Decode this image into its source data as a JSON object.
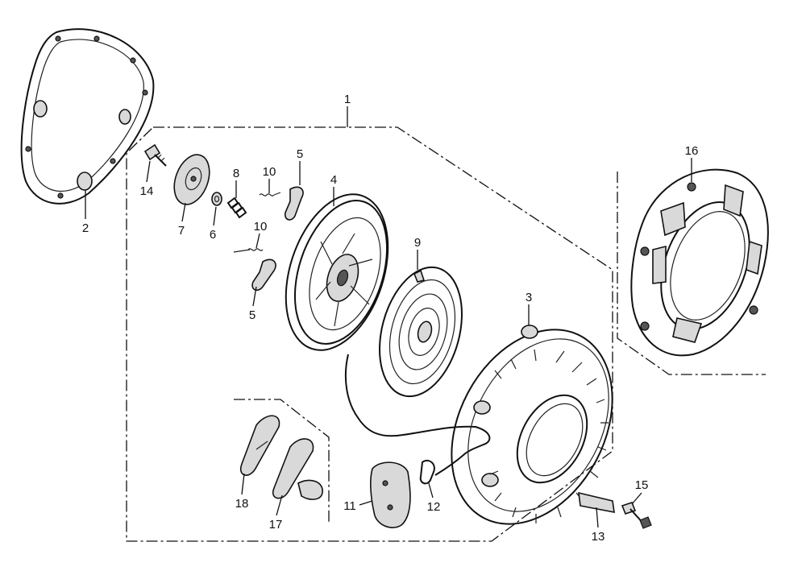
{
  "diagram": {
    "callouts": [
      {
        "id": "label-1",
        "text": "1"
      },
      {
        "id": "label-2",
        "text": "2"
      },
      {
        "id": "label-3",
        "text": "3"
      },
      {
        "id": "label-4",
        "text": "4"
      },
      {
        "id": "label-5a",
        "text": "5"
      },
      {
        "id": "label-5b",
        "text": "5"
      },
      {
        "id": "label-6",
        "text": "6"
      },
      {
        "id": "label-7",
        "text": "7"
      },
      {
        "id": "label-8",
        "text": "8"
      },
      {
        "id": "label-9",
        "text": "9"
      },
      {
        "id": "label-10a",
        "text": "10"
      },
      {
        "id": "label-10b",
        "text": "10"
      },
      {
        "id": "label-11",
        "text": "11"
      },
      {
        "id": "label-12",
        "text": "12"
      },
      {
        "id": "label-13",
        "text": "13"
      },
      {
        "id": "label-14",
        "text": "14"
      },
      {
        "id": "label-15",
        "text": "15"
      },
      {
        "id": "label-16",
        "text": "16"
      },
      {
        "id": "label-17",
        "text": "17"
      },
      {
        "id": "label-18",
        "text": "18"
      }
    ]
  }
}
